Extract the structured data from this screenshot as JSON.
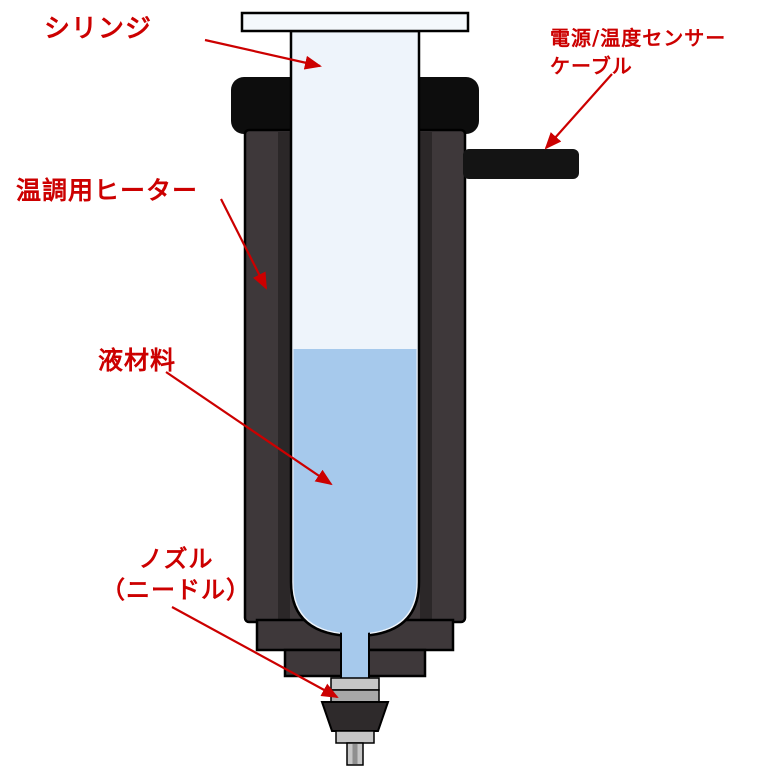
{
  "diagram": {
    "labels": {
      "syringe": "シリンジ",
      "cable_line1": "電源/温度センサー",
      "cable_line2": "ケーブル",
      "heater": "温調用ヒーター",
      "liquid": "液材料",
      "nozzle_line1": "ノズル",
      "nozzle_line2": "（ニードル）"
    },
    "colors": {
      "annotation_red": "#cc0000",
      "cap_black": "#0d0d0d",
      "cable_black": "#141414",
      "heater_body": "#3e383a",
      "heater_inner_shadow": "#2b2728",
      "syringe_white": "#eef4fb",
      "flange_white": "#f4f8fc",
      "liquid_blue": "#a6c9ec",
      "metal_light": "#c6c6c6",
      "metal_mid": "#a8a8a8",
      "metal_dark": "#8f8f8f",
      "nut_dark": "#2e2a2b"
    }
  }
}
